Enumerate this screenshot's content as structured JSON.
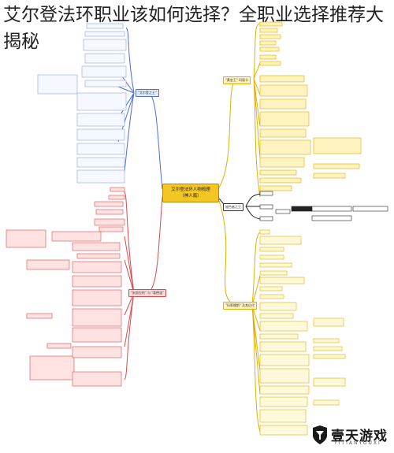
{
  "article": {
    "title": "艾尔登法环职业该如何选择？全职业选择推荐大揭秘"
  },
  "mindmap": {
    "central": {
      "line1": "艾尔登法环人物梳理",
      "line2": "（神人篇）"
    },
    "branches": {
      "top_right": "\"黄金王\" 玛丽卡",
      "top_left": "\"艾尔登之王\"",
      "left": "\"米凯拉的\" 与 \"葛德温\"",
      "right": "褪色者之王",
      "bottom_right": "\"玛莉喀斯\" 及其后代"
    },
    "colors": {
      "yellow": "#f3c623",
      "blue": "#4b6fd6",
      "red": "#d94a4a",
      "dark": "#222222"
    }
  },
  "watermark": {
    "text": "壹天游戏",
    "sub": "YITIANYOUXI"
  }
}
